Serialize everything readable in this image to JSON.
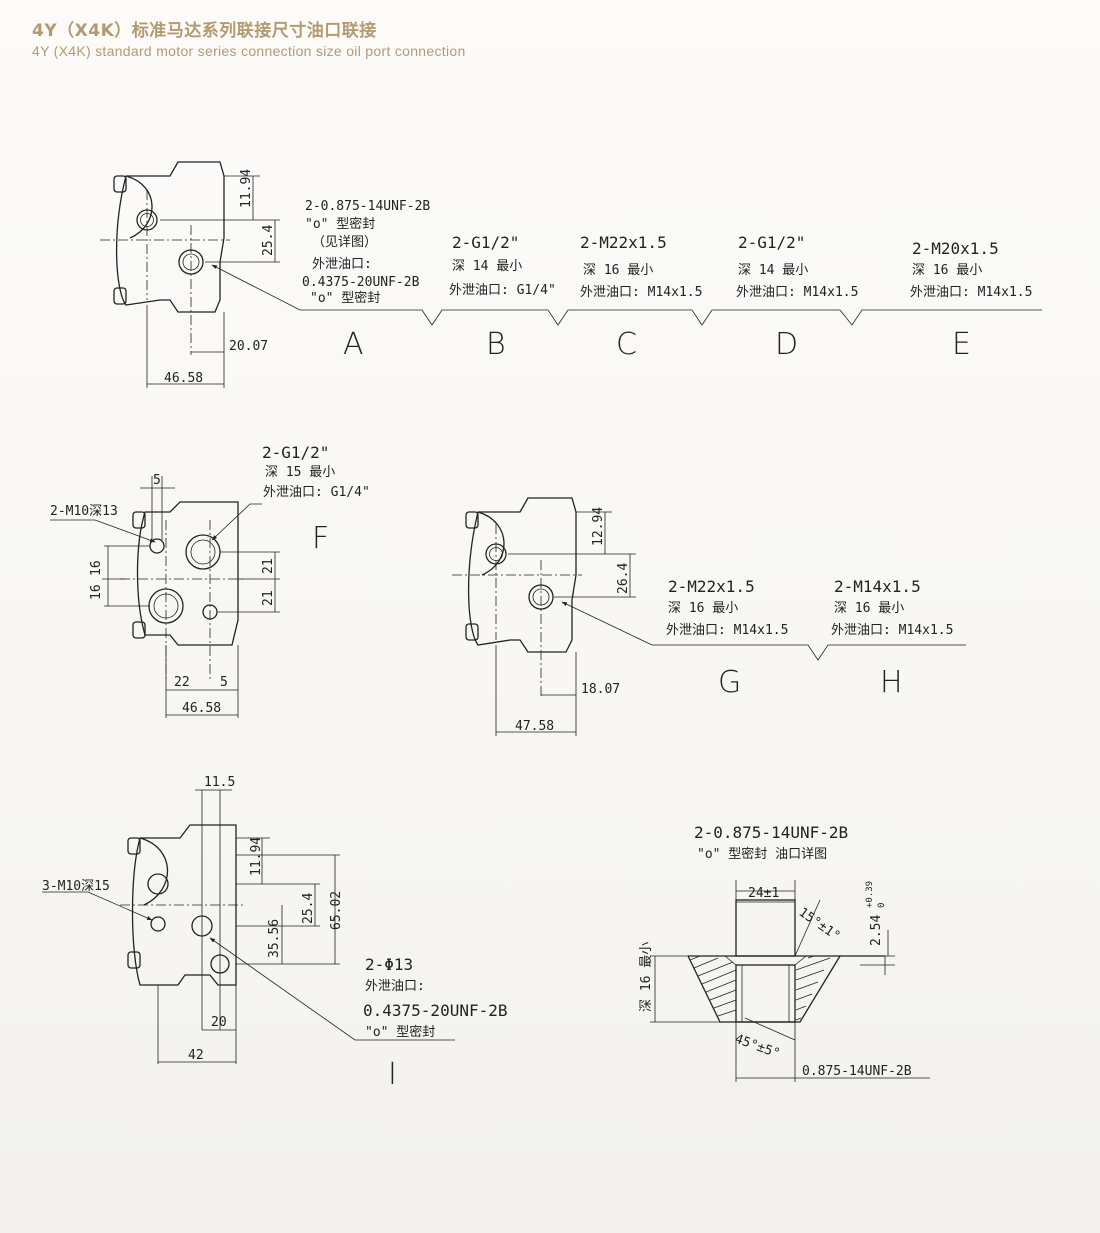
{
  "header": {
    "title_cn": "4Y（X4K）标准马达系列联接尺寸油口联接",
    "title_en": "4Y (X4K)   standard motor series connection size oil port connection"
  },
  "colors": {
    "title": "#b39a70",
    "line": "#222222"
  },
  "view1": {
    "dims": {
      "d1": "11.94",
      "d2": "25.4",
      "d3": "20.07",
      "d4": "46.58"
    },
    "port_note": {
      "l1": "2-0.875-14UNF-2B",
      "l2": "\"o\" 型密封",
      "l3": "（见详图）",
      "l4": "外泄油口:",
      "l5": "0.4375-20UNF-2B",
      "l6": "\"o\" 型密封"
    },
    "options": [
      {
        "letter": "A"
      },
      {
        "letter": "B",
        "l1": "2-G1/2\"",
        "l2": "深 14 最小",
        "l3": "外泄油口: G1/4\""
      },
      {
        "letter": "C",
        "l1": "2-M22x1.5",
        "l2": "深 16 最小",
        "l3": "外泄油口: M14x1.5"
      },
      {
        "letter": "D",
        "l1": "2-G1/2\"",
        "l2": "深 14 最小",
        "l3": "外泄油口: M14x1.5"
      },
      {
        "letter": "E",
        "l1": "2-M20x1.5",
        "l2": "深 16 最小",
        "l3": "外泄油口: M14x1.5"
      }
    ]
  },
  "viewF": {
    "letter": "F",
    "note": {
      "l1": "2-G1/2\"",
      "l2": "深 15 最小",
      "l3": "外泄油口: G1/4\""
    },
    "m10": "2-M10深13",
    "dims": {
      "top": "5",
      "left1": "16",
      "left2": "16",
      "right1": "21",
      "right2": "21",
      "b1": "22",
      "b2": "5",
      "b3": "46.58"
    }
  },
  "viewGH": {
    "dims": {
      "d1": "12.94",
      "d2": "26.4",
      "d3": "18.07",
      "d4": "47.58"
    },
    "options": [
      {
        "letter": "G",
        "l1": "2-M22x1.5",
        "l2": "深 16 最小",
        "l3": "外泄油口: M14x1.5"
      },
      {
        "letter": "H",
        "l1": "2-M14x1.5",
        "l2": "深 16 最小",
        "l3": "外泄油口: M14x1.5"
      }
    ]
  },
  "viewI": {
    "letter": "I",
    "m10": "3-M10深15",
    "note": {
      "l1": "2-Φ13",
      "l2": "外泄油口:",
      "l3": "0.4375-20UNF-2B",
      "l4": "\"o\" 型密封"
    },
    "dims": {
      "top": "11.5",
      "d1": "11.94",
      "d2": "25.4",
      "d3": "35.56",
      "d4": "65.02",
      "b1": "20",
      "b2": "42"
    }
  },
  "detail": {
    "title1": "2-0.875-14UNF-2B",
    "title2": "\"o\" 型密封  油口详图",
    "d_width": "24±1",
    "d_angle": "15°±1°",
    "d_depth_a": "2.54",
    "d_depth_tol_up": "+0.39",
    "d_depth_tol_dn": "0",
    "d_depth": "深 16 最小",
    "d_chamfer": "45°±5°",
    "thread": "0.875-14UNF-2B"
  }
}
